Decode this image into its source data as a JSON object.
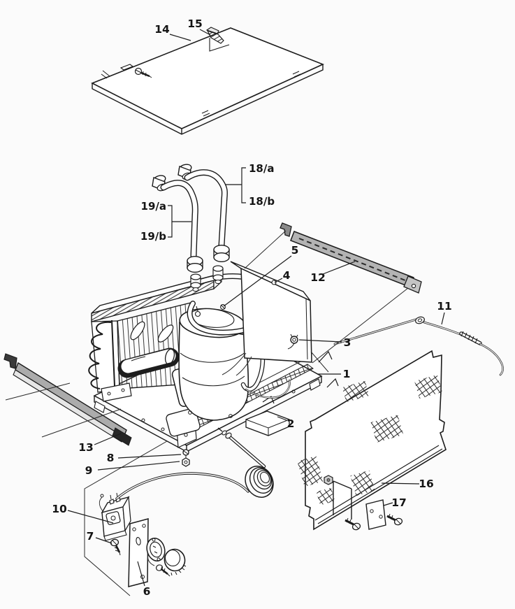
{
  "figure": {
    "background": "#fbfbfb",
    "ink": "#1b1b1b",
    "metal_gray": "#b3b3b3",
    "callouts": {
      "n1": "1",
      "n2": "2",
      "n3": "3",
      "n4": "4",
      "n5": "5",
      "n6": "6",
      "n7": "7",
      "n8": "8",
      "n9": "9",
      "n10": "10",
      "n11": "11",
      "n12": "12",
      "n13": "13",
      "n14": "14",
      "n15": "15",
      "n16": "16",
      "n17": "17",
      "n18a": "18/a",
      "n18b": "18/b",
      "n19a": "19/a",
      "n19b": "19/b"
    }
  }
}
